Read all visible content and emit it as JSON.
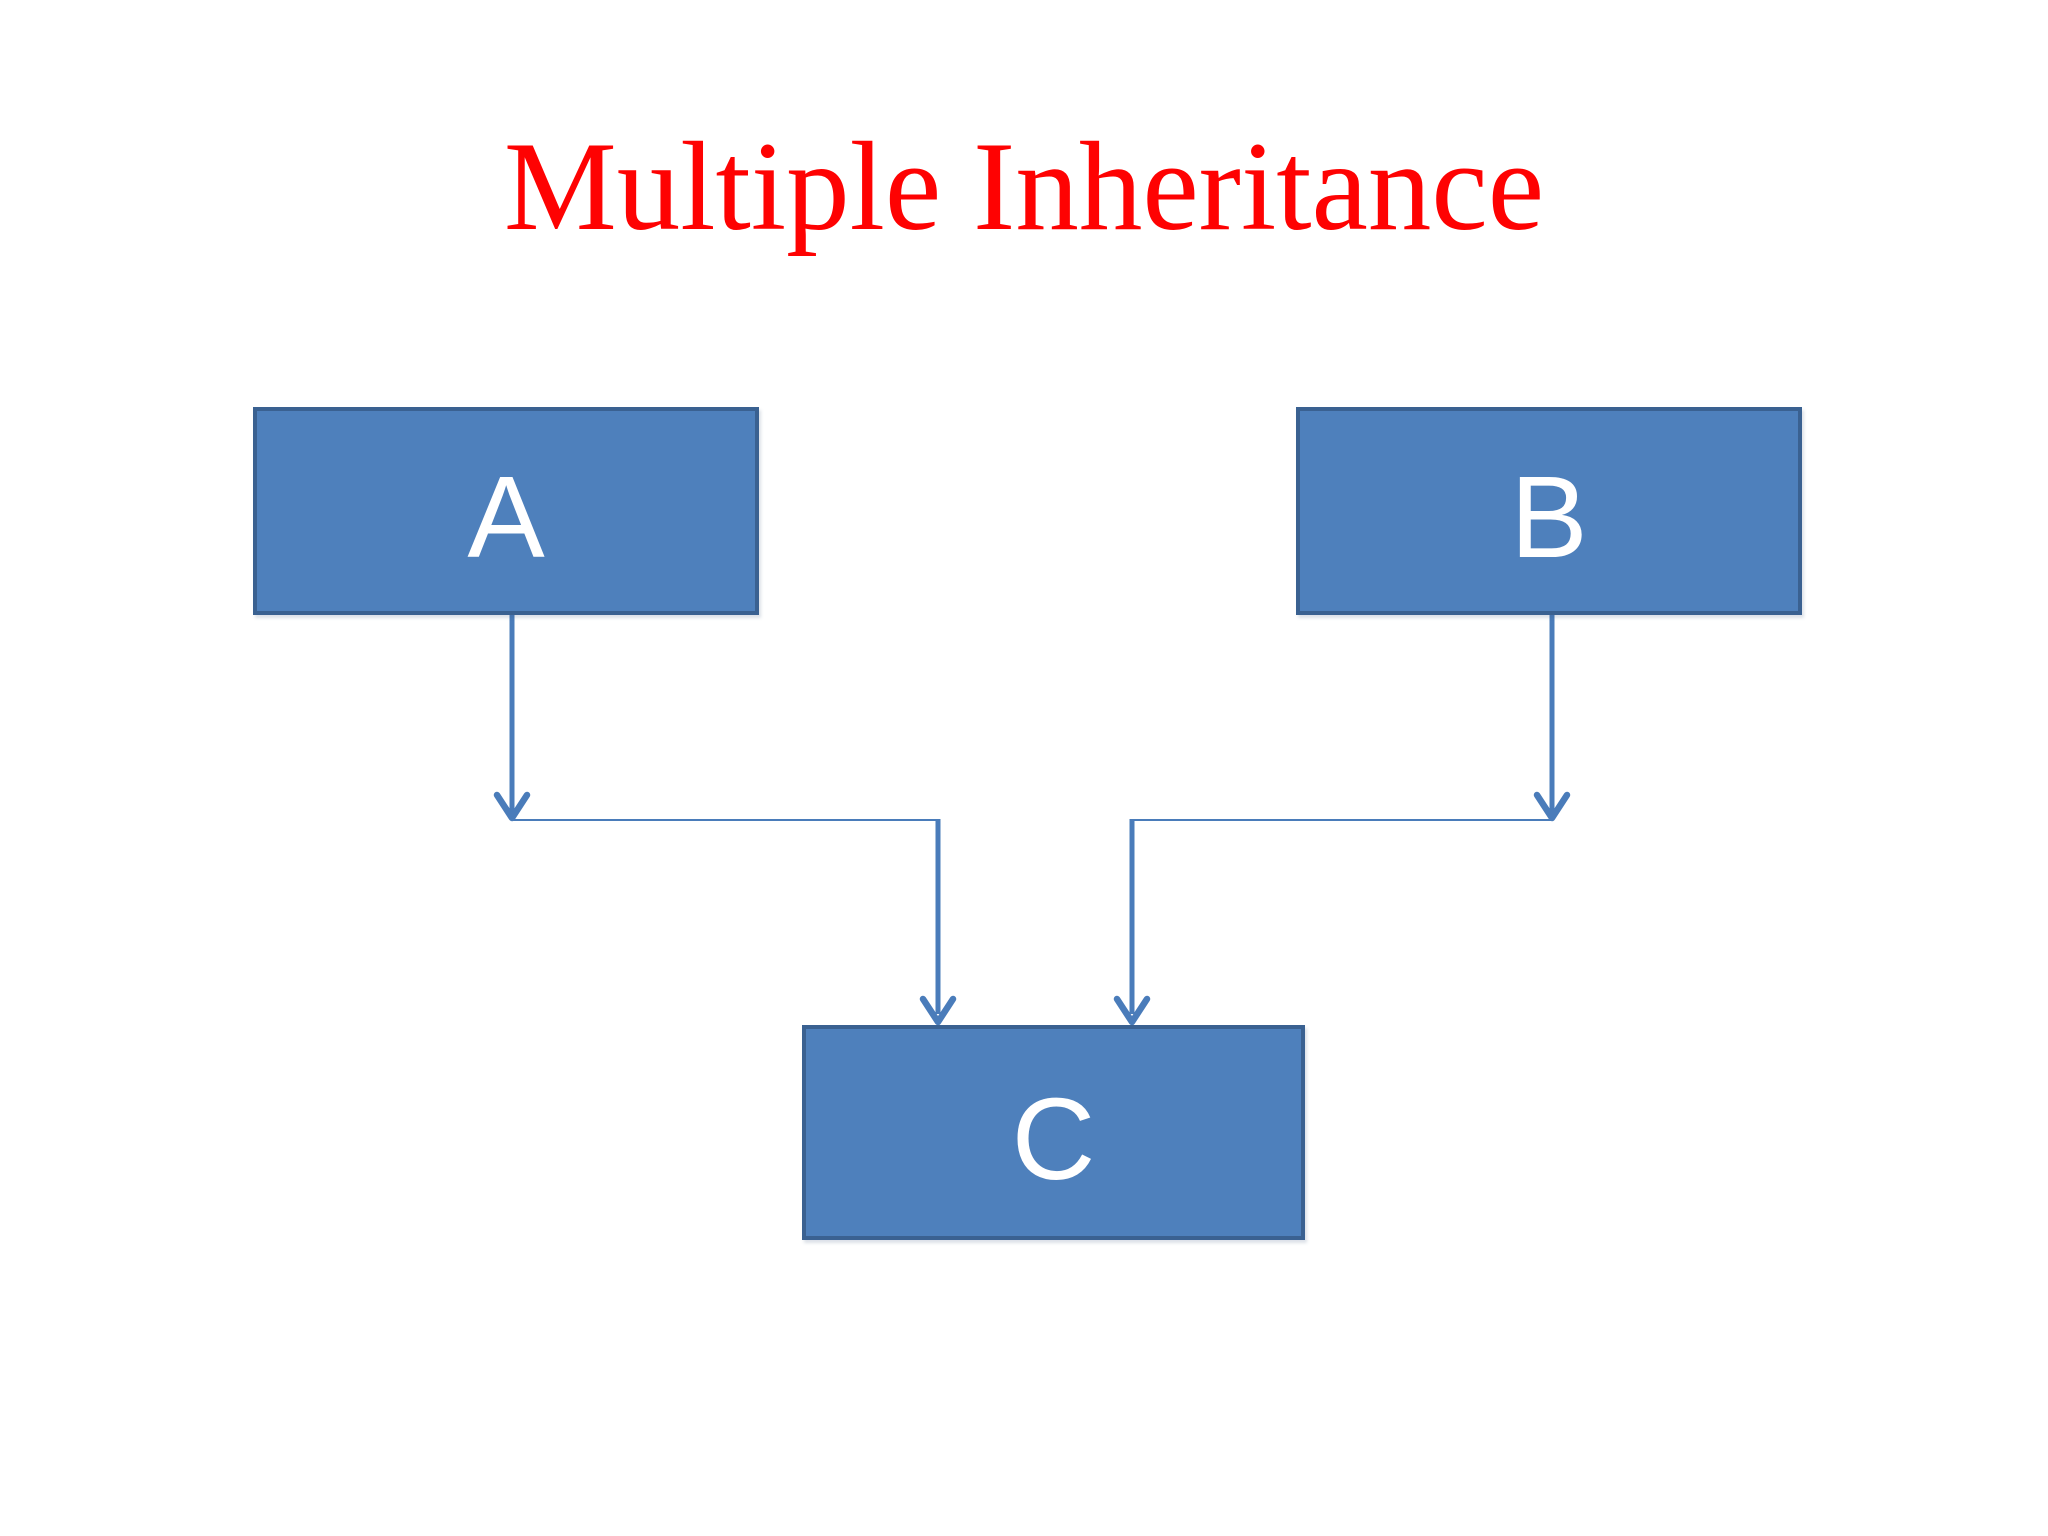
{
  "title": "Multiple Inheritance",
  "colors": {
    "background": "#ffffff",
    "title": "#fe0202",
    "node_fill": "#4e80bc",
    "node_border": "#3a6191",
    "node_text": "#ffffff",
    "connector": "#4a7cba"
  },
  "nodes": [
    {
      "id": "A",
      "label": "A"
    },
    {
      "id": "B",
      "label": "B"
    },
    {
      "id": "C",
      "label": "C"
    }
  ],
  "edges": [
    {
      "from": "A",
      "to": "C"
    },
    {
      "from": "B",
      "to": "C"
    }
  ]
}
